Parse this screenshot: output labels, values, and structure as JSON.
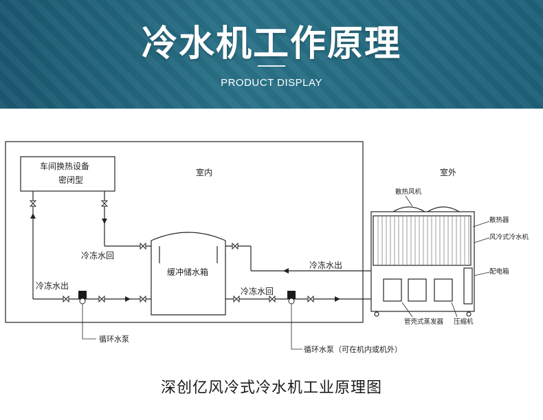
{
  "header": {
    "title": "冷水机工作原理",
    "subtitle": "PRODUCT DISPLAY"
  },
  "diagram": {
    "indoor_label": "室内",
    "outdoor_label": "室外",
    "equipment_line1": "车间换热设备",
    "equipment_line2": "密闭型",
    "return_water_left": "冷冻水回",
    "supply_water_left": "冷冻水出",
    "tank_label": "缓冲储水箱",
    "supply_water_right": "冷冻水出",
    "return_water_right": "冷冻水回",
    "pump_left_label": "循环水泵",
    "pump_right_label": "循环水泵（可在机内或机外）",
    "chiller_parts": {
      "fan": "散热风机",
      "radiator": "散热器",
      "chiller": "风冷式冷水机",
      "electric_box": "配电箱",
      "evaporator": "管壳式蒸发器",
      "compressor": "压缩机"
    }
  },
  "caption": "深创亿风冷式冷水机工业原理图",
  "colors": {
    "banner": "#1f6479",
    "line": "#222222",
    "pump_fill": "#1a1a1a"
  }
}
